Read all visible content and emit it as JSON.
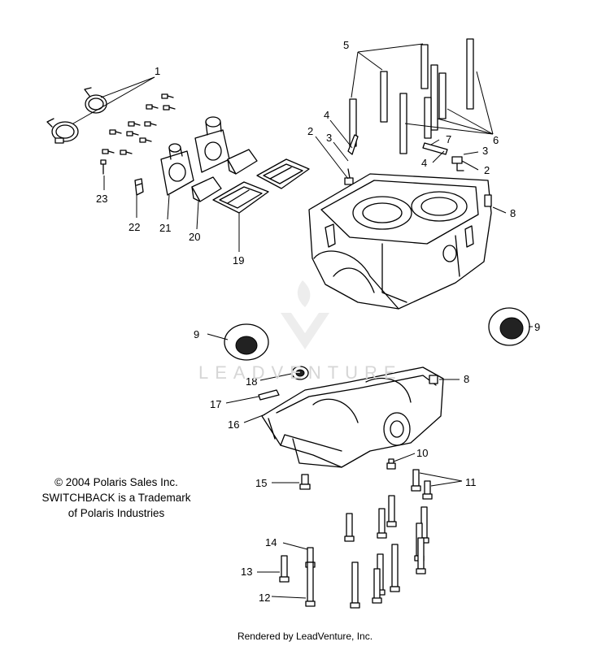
{
  "callouts": {
    "c1": "1",
    "c2a": "2",
    "c2b": "2",
    "c3a": "3",
    "c3b": "3",
    "c4a": "4",
    "c4b": "4",
    "c5": "5",
    "c6": "6",
    "c7": "7",
    "c8a": "8",
    "c8b": "8",
    "c9a": "9",
    "c9b": "9",
    "c10": "10",
    "c11": "11",
    "c12": "12",
    "c13": "13",
    "c14": "14",
    "c15": "15",
    "c16": "16",
    "c17": "17",
    "c18": "18",
    "c19": "19",
    "c20": "20",
    "c21": "21",
    "c22": "22",
    "c23": "23"
  },
  "copyright": {
    "line1": "© 2004 Polaris Sales Inc.",
    "line2": "SWITCHBACK is a Trademark",
    "line3": "of Polaris Industries"
  },
  "watermark": "LEADVENTURE",
  "footer": "Rendered by LeadVenture, Inc."
}
